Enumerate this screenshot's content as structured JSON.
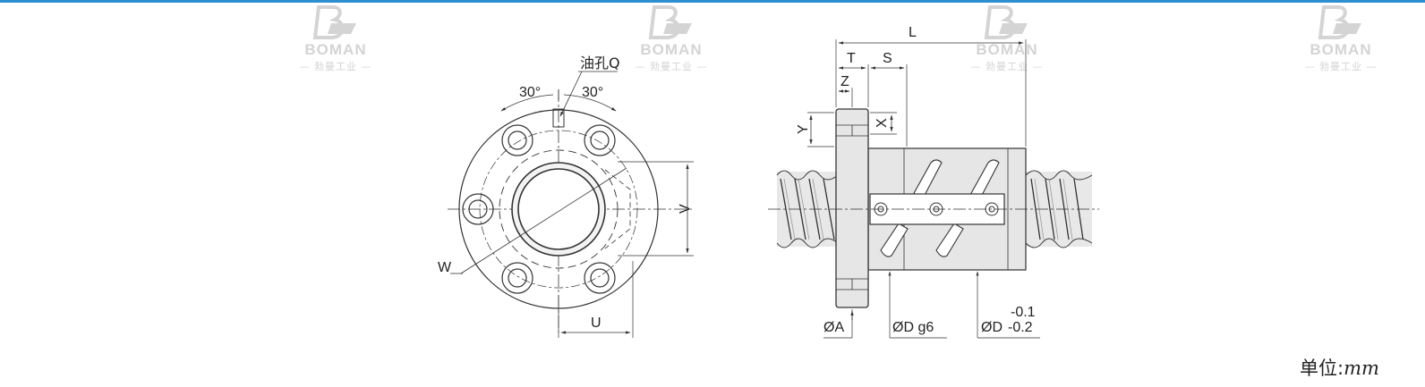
{
  "watermark": {
    "brand": "BOMAN",
    "sub": "— 勃曼工业 —",
    "icon": "boman-logo-icon"
  },
  "front_view": {
    "oil_hole_label": "油孔Q",
    "angle_left": "30°",
    "angle_right": "30°",
    "label_w": "W",
    "label_v": "V",
    "label_u": "U"
  },
  "side_view": {
    "label_l": "L",
    "label_t": "T",
    "label_s": "S",
    "label_z": "Z",
    "label_y": "Y",
    "label_x": "X",
    "label_a": "ØA",
    "label_dg6": "ØD g6",
    "label_d": "ØD",
    "tol_upper": "-0.1",
    "tol_lower": "-0.2"
  },
  "unit": {
    "prefix": "单位:",
    "value": "mm"
  },
  "colors": {
    "accent_line": "#2d8fd2",
    "watermark": "#d4d4d4",
    "line": "#333333",
    "fill_gray": "#e6e6e6"
  }
}
